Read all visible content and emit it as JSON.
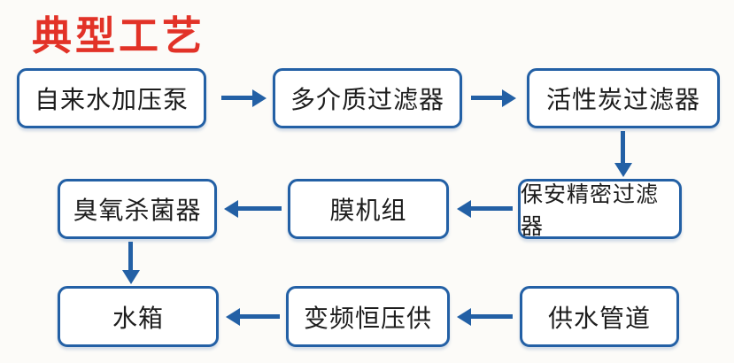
{
  "title": "典型工艺",
  "colors": {
    "accent_blue": "#2360a5",
    "title_red": "#e23227",
    "text": "#1d1d1d",
    "background": "#fcfbf8"
  },
  "nodes": [
    {
      "id": "tap-water-pressure-pump",
      "label": "自来水加压泵"
    },
    {
      "id": "multimedia-filter",
      "label": "多介质过滤器"
    },
    {
      "id": "activated-carbon-filter",
      "label": "活性炭过滤器"
    },
    {
      "id": "ozone-sterilizer",
      "label": "臭氧杀菌器"
    },
    {
      "id": "membrane-unit",
      "label": "膜机组"
    },
    {
      "id": "security-precision-filter",
      "label": "保安精密过滤器"
    },
    {
      "id": "water-tank",
      "label": "水箱"
    },
    {
      "id": "vfd-constant-pressure-supply",
      "label": "变频恒压供"
    },
    {
      "id": "water-supply-pipe",
      "label": "供水管道"
    }
  ],
  "edges": [
    {
      "from": "tap-water-pressure-pump",
      "to": "multimedia-filter",
      "direction": "right"
    },
    {
      "from": "multimedia-filter",
      "to": "activated-carbon-filter",
      "direction": "right"
    },
    {
      "from": "activated-carbon-filter",
      "to": "security-precision-filter",
      "direction": "down"
    },
    {
      "from": "security-precision-filter",
      "to": "membrane-unit",
      "direction": "left"
    },
    {
      "from": "membrane-unit",
      "to": "ozone-sterilizer",
      "direction": "left"
    },
    {
      "from": "ozone-sterilizer",
      "to": "water-tank",
      "direction": "down"
    },
    {
      "from": "water-supply-pipe",
      "to": "vfd-constant-pressure-supply",
      "direction": "left"
    },
    {
      "from": "vfd-constant-pressure-supply",
      "to": "water-tank",
      "direction": "left"
    }
  ]
}
